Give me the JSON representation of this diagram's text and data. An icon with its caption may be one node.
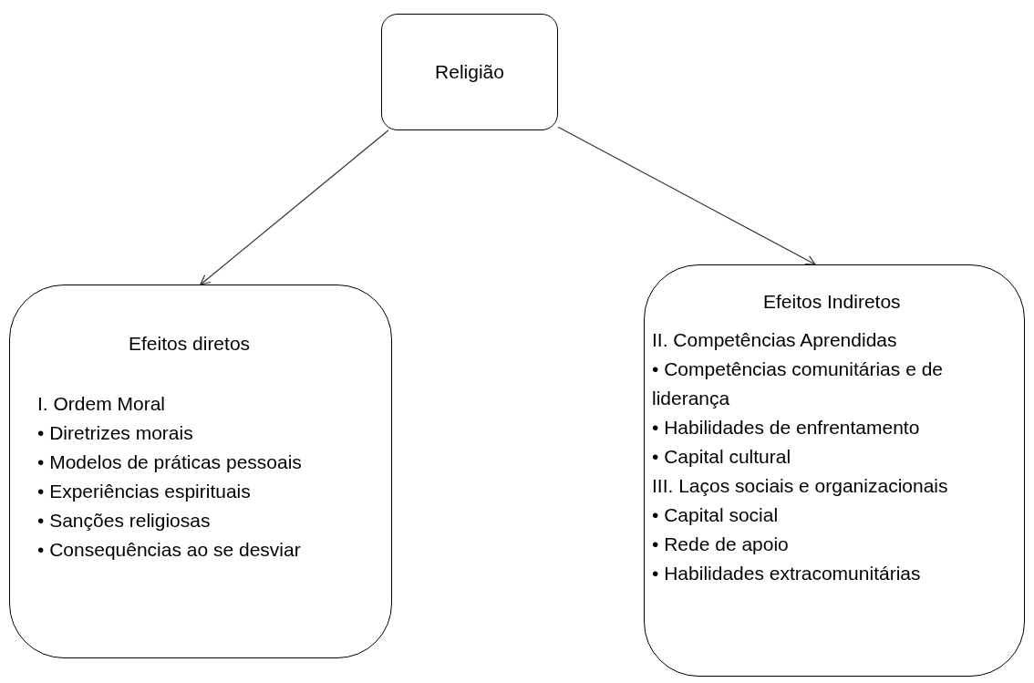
{
  "diagram": {
    "nodes": [
      {
        "text": [
          "Religião"
        ]
      },
      {
        "text": [
          "Efeitos diretos",
          "I. Ordem Moral",
          "• Diretrizes morais",
          "• Modelos de práticas pessoais",
          "• Experiências espirituais",
          "• Sanções religiosas",
          "• Consequências ao se desviar"
        ]
      },
      {
        "text": [
          "Efeitos Indiretos",
          "II. Competências Aprendidas",
          "• Competências comunitárias e de liderança",
          "• Habilidades de enfrentamento",
          "• Capital cultural",
          "III. Laços sociais e organizacionais",
          "• Capital social",
          "• Rede de apoio",
          "• Habilidades extracomunitárias"
        ]
      }
    ],
    "edges": [
      {
        "from": 0,
        "to": 1,
        "arrow": "to"
      },
      {
        "from": 0,
        "to": 2,
        "arrow": "to"
      }
    ]
  }
}
